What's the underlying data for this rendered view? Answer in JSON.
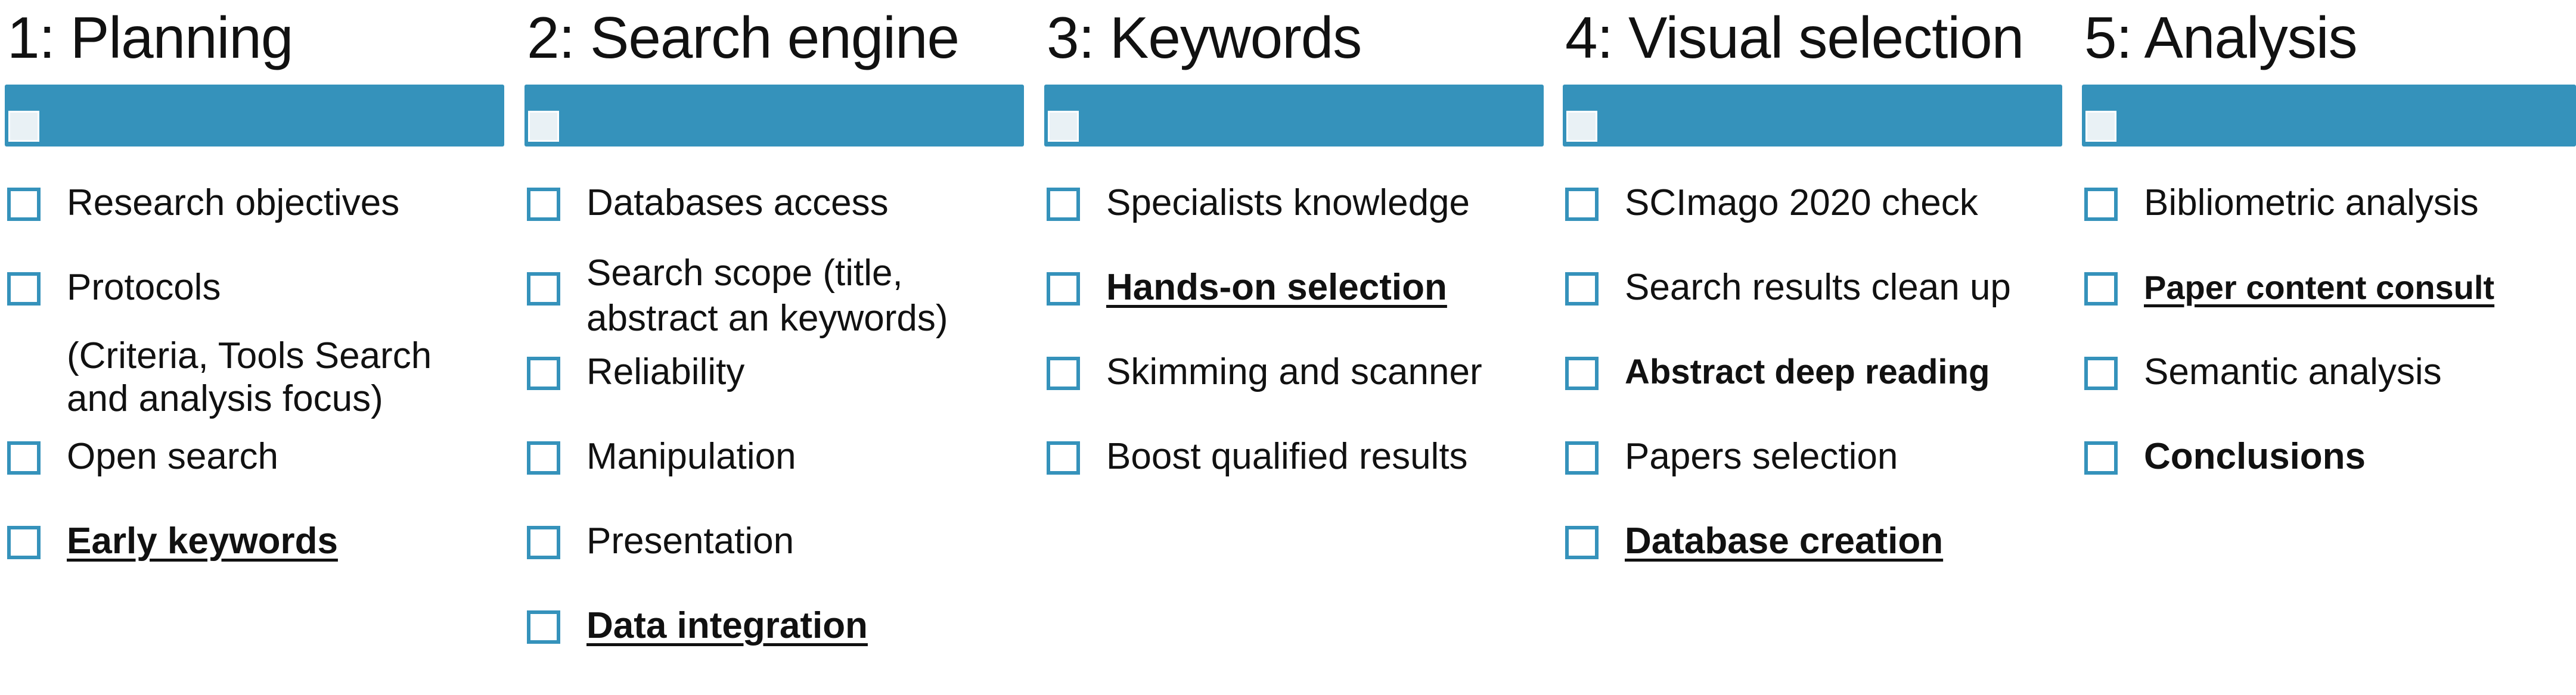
{
  "colors": {
    "accent": "#3592bb",
    "text": "#111111"
  },
  "columns": [
    {
      "title": "1: Planning",
      "items": [
        {
          "label": "Research objectives",
          "style": "normal"
        },
        {
          "label": "Protocols",
          "style": "normal"
        },
        {
          "label": "Open search",
          "style": "normal"
        },
        {
          "label": "Early keywords",
          "style": "strong"
        }
      ],
      "note_line1": "(Criteria, Tools Search",
      "note_line2": "and analysis focus)"
    },
    {
      "title": "2: Search engine",
      "items": [
        {
          "label": "Databases access",
          "style": "normal"
        },
        {
          "label": "Search scope (title,\nabstract an keywords)",
          "style": "multi"
        },
        {
          "label": "Reliability",
          "style": "normal"
        },
        {
          "label": "Manipulation",
          "style": "normal"
        },
        {
          "label": "Presentation",
          "style": "normal"
        },
        {
          "label": "Data integration",
          "style": "strong"
        }
      ]
    },
    {
      "title": "3: Keywords",
      "items": [
        {
          "label": "Specialists knowledge",
          "style": "normal"
        },
        {
          "label": "Hands-on selection",
          "style": "strong"
        },
        {
          "label": "Skimming and scanner",
          "style": "normal"
        },
        {
          "label": "Boost qualified results",
          "style": "normal"
        }
      ]
    },
    {
      "title": "4: Visual selection",
      "items": [
        {
          "label": "SCImago 2020 check",
          "style": "normal"
        },
        {
          "label": "Search results clean up",
          "style": "normal"
        },
        {
          "label": "Abstract deep reading",
          "style": "bold"
        },
        {
          "label": "Papers selection",
          "style": "normal"
        },
        {
          "label": "Database creation",
          "style": "strong"
        }
      ]
    },
    {
      "title": "5: Analysis",
      "items": [
        {
          "label": "Bibliometric analysis",
          "style": "normal"
        },
        {
          "label": "Paper content consult",
          "style": "strong"
        },
        {
          "label": "Semantic analysis",
          "style": "normal"
        },
        {
          "label": "Conclusions",
          "style": "bold"
        }
      ]
    }
  ]
}
